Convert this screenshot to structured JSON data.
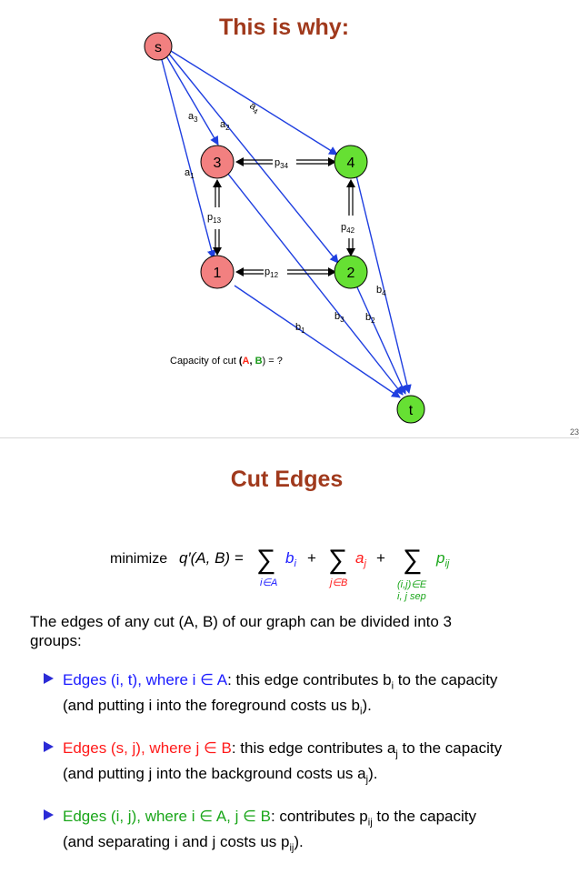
{
  "slide1": {
    "title": "This is why:",
    "nodes": {
      "s": "s",
      "t": "t",
      "n1": "1",
      "n2": "2",
      "n3": "3",
      "n4": "4"
    },
    "capacity_prefix": "Capacity of cut ",
    "capacity_A": "A",
    "capacity_comma": ", ",
    "capacity_B": "B",
    "capacity_suffix": ") = ?",
    "capacity_open": "(",
    "page_number": "23",
    "colors": {
      "source_node": "#f28080",
      "sink_node": "#66e033",
      "edge": "#1f3fe0"
    }
  },
  "slide2": {
    "title": "Cut Edges",
    "formula": {
      "minimize": "minimize",
      "q": "q′(A, B) =",
      "sum1_var": "b",
      "sum1_sub": "i",
      "sum1_under": "i∈A",
      "plus1": "+",
      "sum2_var": "a",
      "sum2_sub": "j",
      "sum2_under": "j∈B",
      "plus2": "+",
      "sum3_var": "p",
      "sum3_sub": "ij",
      "sum3_under1": "(i,j)∈E",
      "sum3_under2": "i, j sep"
    },
    "intro_line1": "The edges of any cut (A, B) of our graph can be divided into 3",
    "intro_line2": "groups:",
    "bullets": [
      {
        "colored": "Edges (i, t), where i ∈ A",
        "rest1": ": this edge contributes b",
        "rest1_sub": "i",
        "rest1_end": " to the capacity",
        "line2": "(and putting i into the foreground costs us b",
        "line2_sub": "i",
        "line2_end": ")."
      },
      {
        "colored": "Edges (s, j), where j ∈ B",
        "rest1": ": this edge contributes a",
        "rest1_sub": "j",
        "rest1_end": " to the capacity",
        "line2": "(and putting j into the background costs us a",
        "line2_sub": "j",
        "line2_end": ")."
      },
      {
        "colored": "Edges (i, j), where i ∈ A, j ∈ B",
        "rest1": ": contributes p",
        "rest1_sub": "ij",
        "rest1_end": " to the capacity",
        "line2": "(and separating i and j costs us p",
        "line2_sub": "ij",
        "line2_end": ")."
      }
    ]
  }
}
